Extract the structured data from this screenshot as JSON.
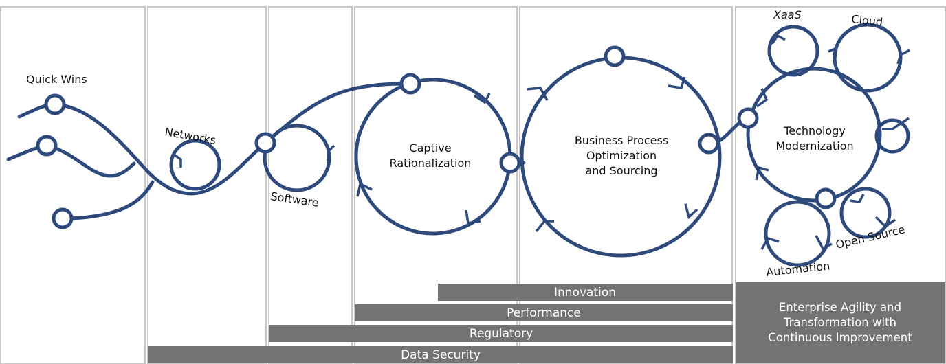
{
  "labels": {
    "quick_wins": "Quick Wins",
    "networks": "Networks",
    "software": "Software",
    "captive_1": "Captive",
    "captive_2": "Rationalization",
    "bpo_1": "Business Process",
    "bpo_2": "Optimization",
    "bpo_3": "and Sourcing",
    "tech_1": "Technology",
    "tech_2": "Modernization",
    "xaas": "XaaS",
    "cloud": "Cloud",
    "open_source": "Open Source",
    "automation": "Automation"
  },
  "bars": {
    "innovation": "Innovation",
    "performance": "Performance",
    "regulatory": "Regulatory",
    "data_security": "Data Security"
  },
  "outcome": {
    "line1": "Enterprise Agility and",
    "line2": "Transformation with",
    "line3": "Continuous Improvement"
  },
  "colors": {
    "path": "#2e4a7d",
    "bar": "#717375",
    "panel_border": "#c8c8c8"
  }
}
